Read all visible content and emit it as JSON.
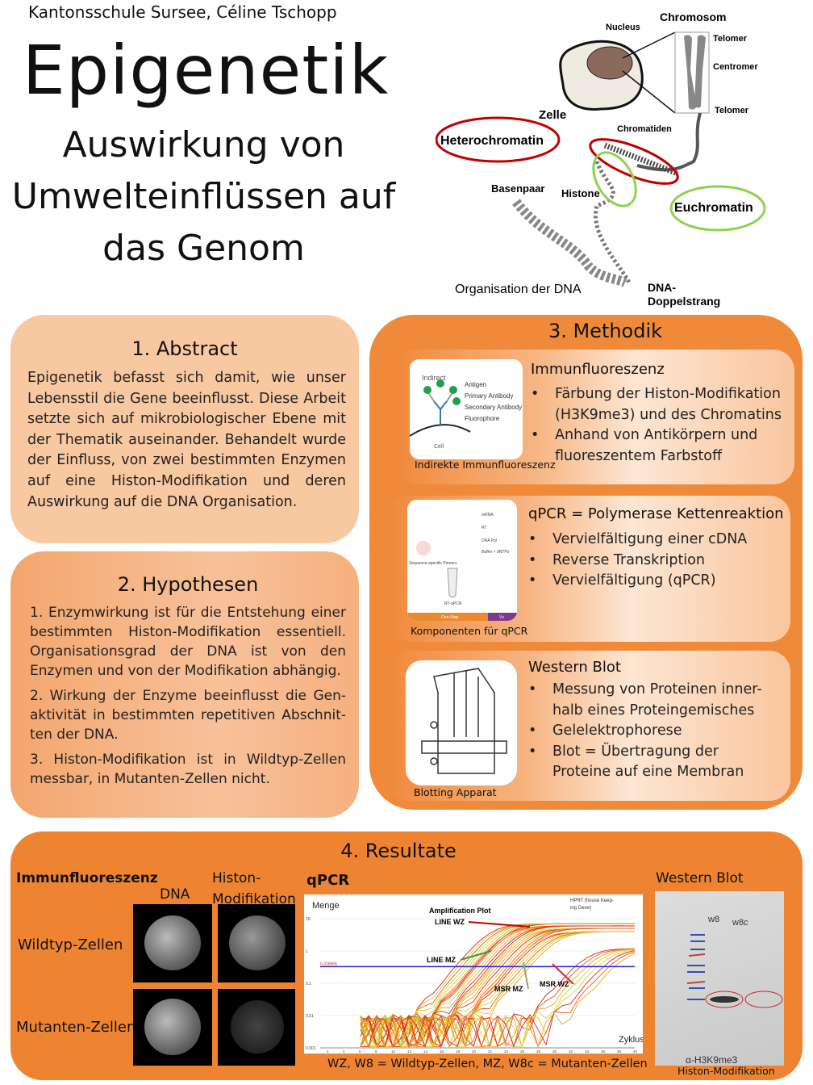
{
  "header": {
    "school": "Kantonsschule Sursee, Céline Tschopp",
    "title": "Epigenetik",
    "subtitle": [
      "Auswirkung von",
      "Umwelteinflüssen auf",
      "das Genom"
    ]
  },
  "diagram": {
    "caption": "Organisation der DNA",
    "labels": {
      "nucleus": "Nucleus",
      "chromosom": "Chromosom",
      "telomer1": "Telomer",
      "centromer": "Centromer",
      "telomer2": "Telomer",
      "zelle": "Zelle",
      "chromatiden": "Chromatiden",
      "heterochromatin": "Heterochromatin",
      "euchromatin": "Euchromatin",
      "basenpaar": "Basenpaar",
      "histone": "Histone",
      "dna1": "DNA-",
      "dna2": "Doppelstrang"
    }
  },
  "abstract": {
    "title": "1. Abstract",
    "text": "Epigenetik befasst sich damit, wie unser Lebensstil die Gene beeinflusst. Diese Arbeit setzte sich auf mikrobiologischer Ebene mit der Thematik auseinander. Behandelt wurde der Einfluss, von zwei bestimmten Enzymen auf eine Histon-Modifikation und deren Auswirkung auf die DNA Organisation."
  },
  "hypothesen": {
    "title": "2. Hypothesen",
    "items": [
      "1. Enzymwirkung ist für die Entstehung einer bestimmten Histon-Modifikation essentiell. Organisationsgrad der DNA ist von den Enzymen und von der Modifikation abhängig.",
      "2. Wirkung der Enzyme beeinflusst die Gen-aktivität in bestimmten repetitiven Abschnit-ten der DNA.",
      "3. Histon-Modifikation ist in Wildtyp-Zellen messbar, in Mutanten-Zellen nicht."
    ]
  },
  "methodik": {
    "title": "3. Methodik",
    "panels": [
      {
        "title": "Immunfluoreszenz",
        "bullets": [
          "Färbung der Histon-Modifikation (H3K9me3) und des Chromatins",
          "Anhand von Antikörpern und fluoreszentem Farbstoff"
        ],
        "caption": "Indirekte Immunfluoreszenz",
        "image": {
          "heading": "Indirect",
          "legend": [
            "Antigen",
            "Primary Antibody",
            "Secondary Antibody",
            "Fluorophore"
          ],
          "cell": "Cell"
        }
      },
      {
        "title": "qPCR = Polymerase Kettenreaktion",
        "bullets": [
          "Vervielfältigung einer cDNA",
          "Reverse Transkription",
          "Vervielfältigung (qPCR)"
        ],
        "caption": "Komponenten für qPCR",
        "image": {
          "items": [
            "mRNA",
            "RT",
            "DNA Pol",
            "Buffer + dNTPs"
          ],
          "primers": "Sequence-specific Primers",
          "tube": "RT-qPCR",
          "bar1": "One-Step",
          "bar2": "Vs"
        }
      },
      {
        "title": "Western Blot",
        "bullets": [
          "Messung von Proteinen inner-halb eines Proteingemisches",
          "Gelelektrophorese",
          "Blot = Übertragung der Proteine auf eine Membran"
        ],
        "caption": "Blotting Apparat"
      }
    ]
  },
  "resultate": {
    "title": "4. Resultate",
    "if_title": "Immunfluoreszenz",
    "col_dna": "DNA",
    "col_histon": "Histon-Modifikation",
    "row_wt": "Wildtyp-Zellen",
    "row_mut": "Mutanten-Zellen",
    "qpcr": {
      "title": "qPCR",
      "ylabel": "Menge",
      "plot_title": "Amplification Plot",
      "xlabel": "Zyklus",
      "hprt": "HPRT (house Keep-ing Gene)",
      "threshold": "0.326666",
      "annotations": [
        "LINE WZ",
        "LINE MZ",
        "MSR MZ",
        "MSR WZ"
      ],
      "yticks": [
        "10",
        "1",
        "0.1",
        "0.01",
        "0.001"
      ],
      "xticks": [
        "2",
        "4",
        "6",
        "8",
        "10",
        "12",
        "14",
        "16",
        "18",
        "20",
        "22",
        "24",
        "26",
        "28",
        "30",
        "32",
        "34",
        "36",
        "38",
        "40"
      ],
      "legend": "WZ, W8 = Wildtyp-Zellen, MZ, W8c = Mutanten-Zellen"
    },
    "wb": {
      "title": "Western Blot",
      "lane1": "w8",
      "lane2": "w8c",
      "antibody": "α-H3K9me3",
      "caption": "Histon-Modifikation"
    }
  },
  "colors": {
    "orange": "#ee8431",
    "peach": "#f8c8a0",
    "red": "#c00000",
    "green": "#8fd14f"
  }
}
